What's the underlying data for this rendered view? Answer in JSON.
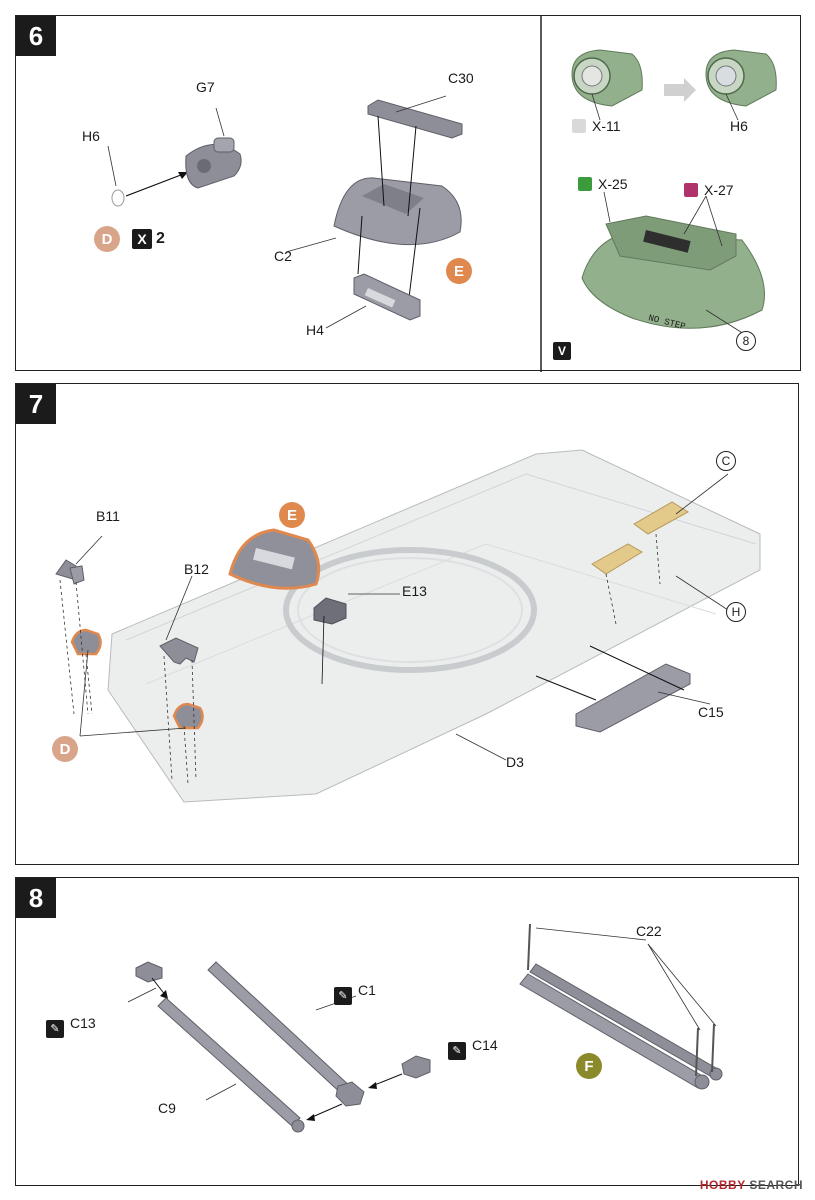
{
  "step6": {
    "number": "6",
    "labels": {
      "g7": "G7",
      "h6_left": "H6",
      "c30": "C30",
      "c2": "C2",
      "h4": "H4",
      "x11": "X-11",
      "h6_right": "H6",
      "x25": "X-25",
      "x27": "X-27"
    },
    "badge_d": "D",
    "quantity_icon": "X",
    "quantity": "2",
    "badge_e": "E",
    "ref_8": "8",
    "decal_text": "NO STEP",
    "v_icon": "V"
  },
  "step7": {
    "number": "7",
    "labels": {
      "b11": "B11",
      "b12": "B12",
      "e13": "E13",
      "c15": "C15",
      "d3": "D3"
    },
    "badge_e": "E",
    "badge_d": "D",
    "ref_c": "C",
    "ref_h": "H"
  },
  "step8": {
    "number": "8",
    "labels": {
      "c13": "C13",
      "c1": "C1",
      "c14": "C14",
      "c9": "C9",
      "c22": "C22"
    },
    "badge_f": "F"
  },
  "watermark": {
    "brand_a": "HOBBY",
    "brand_b": "SEARCH"
  },
  "colors": {
    "part_grey": "#9b9ca6",
    "part_grey_dark": "#6e6f78",
    "hull_light": "#eceeee",
    "badge_d": "#d9a58a",
    "badge_e": "#e0894f",
    "badge_f": "#8b8a2a",
    "turret_green": "#93b08c",
    "paint_x11": "#d9d9d9",
    "paint_x25": "#3c9c3c",
    "paint_x27": "#b0326b",
    "mesh_gold": "#e3c98a"
  }
}
